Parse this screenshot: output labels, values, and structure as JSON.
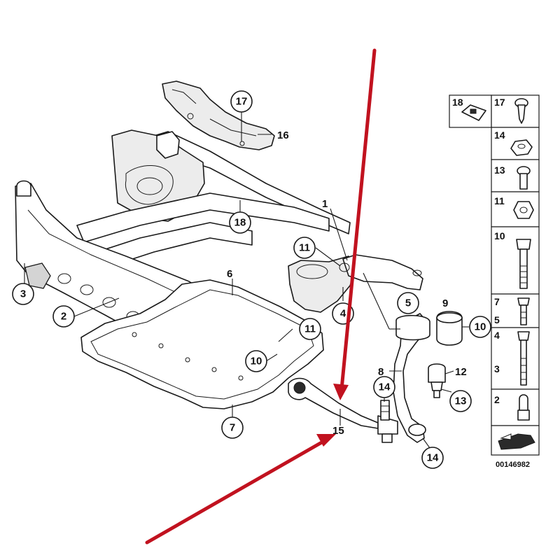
{
  "colors": {
    "line": "#1a1a1a",
    "arrow": "#c1121f",
    "shade": "#d4d4d4",
    "paper": "#ffffff"
  },
  "callouts": [
    {
      "id": "c17",
      "label": "17",
      "circled": true
    },
    {
      "id": "c16",
      "label": "16",
      "circled": false
    },
    {
      "id": "c1",
      "label": "1",
      "circled": false
    },
    {
      "id": "c18",
      "label": "18",
      "circled": true
    },
    {
      "id": "c11a",
      "label": "11",
      "circled": true
    },
    {
      "id": "c6",
      "label": "6",
      "circled": false
    },
    {
      "id": "c3",
      "label": "3",
      "circled": true
    },
    {
      "id": "c2",
      "label": "2",
      "circled": true
    },
    {
      "id": "c4",
      "label": "4",
      "circled": true
    },
    {
      "id": "c5",
      "label": "5",
      "circled": true
    },
    {
      "id": "c9",
      "label": "9",
      "circled": false
    },
    {
      "id": "c10a",
      "label": "10",
      "circled": true
    },
    {
      "id": "c11b",
      "label": "11",
      "circled": true
    },
    {
      "id": "c10b",
      "label": "10",
      "circled": true
    },
    {
      "id": "c8",
      "label": "8",
      "circled": false
    },
    {
      "id": "c12",
      "label": "12",
      "circled": false
    },
    {
      "id": "c14a",
      "label": "14",
      "circled": true
    },
    {
      "id": "c13",
      "label": "13",
      "circled": true
    },
    {
      "id": "c15",
      "label": "15",
      "circled": false
    },
    {
      "id": "c7",
      "label": "7",
      "circled": true
    },
    {
      "id": "c14b",
      "label": "14",
      "circled": true
    }
  ],
  "legend": {
    "cells": [
      {
        "label": "18",
        "icon": "clip-nut-icon"
      },
      {
        "label": "17",
        "icon": "self-tapping-screw-icon"
      },
      {
        "label": "14",
        "icon": "hex-flange-nut-icon"
      },
      {
        "label": "13",
        "icon": "short-bolt-icon"
      },
      {
        "label": "11",
        "icon": "collar-nut-icon"
      },
      {
        "label": "10",
        "icon": "long-bolt-icon"
      },
      {
        "label": "7",
        "icon": "flange-bolt-icon"
      },
      {
        "label": "5",
        "icon": "flange-bolt-icon"
      },
      {
        "label": "4",
        "icon": "long-bolt-icon"
      },
      {
        "label": "3",
        "icon": "long-bolt-icon"
      },
      {
        "label": "2",
        "icon": "cap-nut-icon"
      }
    ],
    "footer_icon": "orientation-arrow-icon"
  },
  "diagram_number": "00146982"
}
